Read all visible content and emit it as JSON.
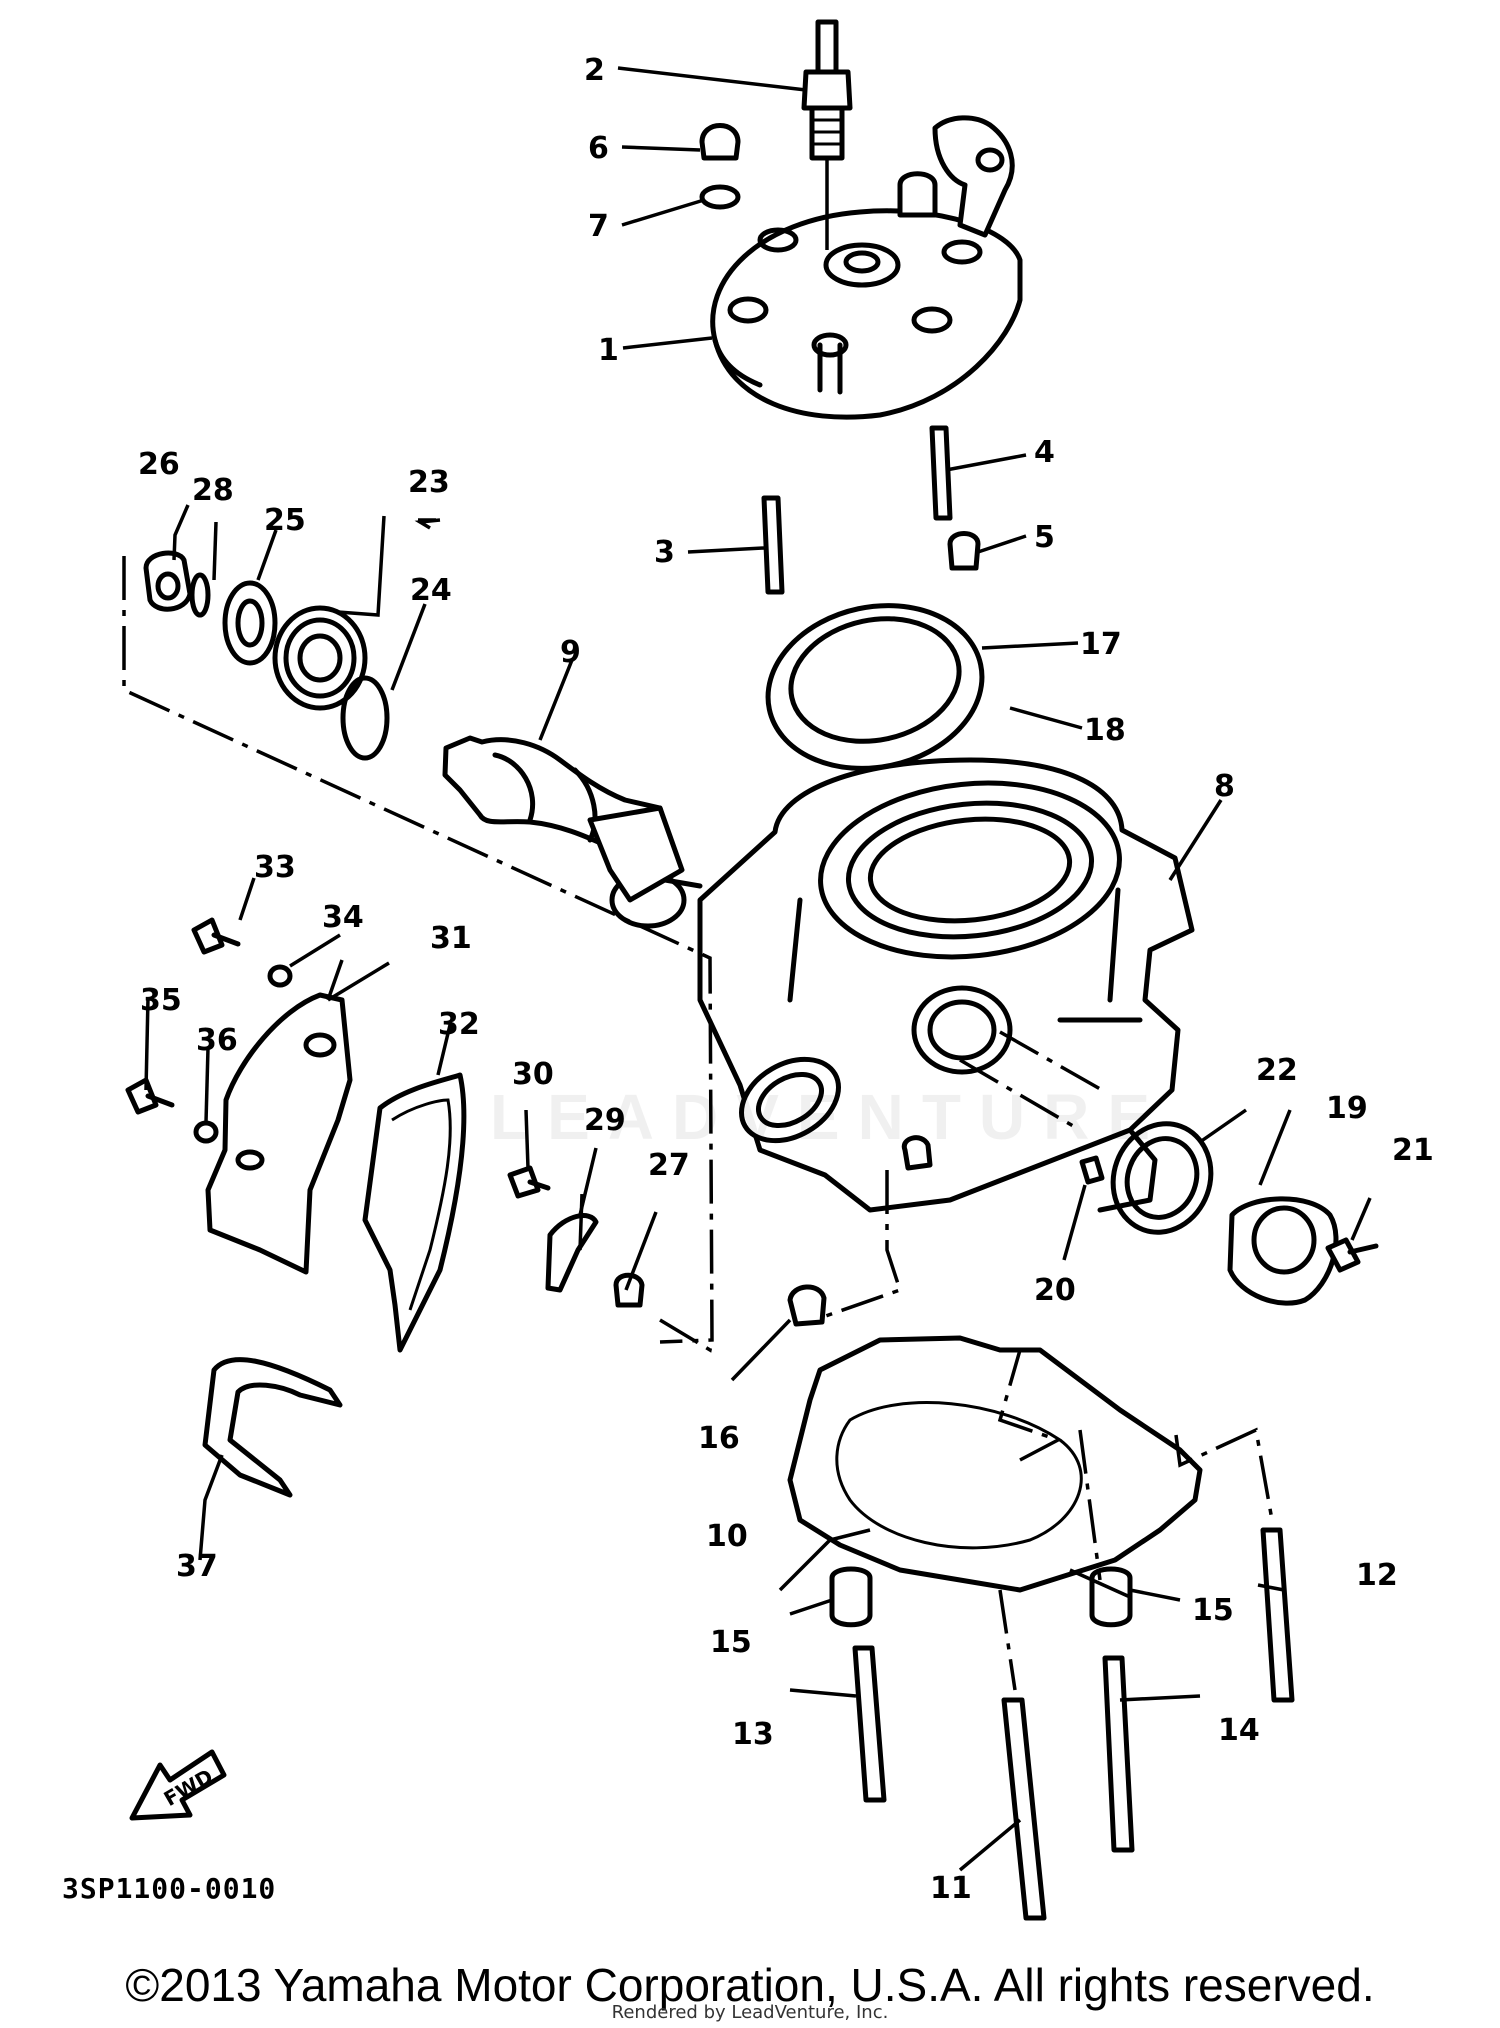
{
  "diagram": {
    "code": "3SP1100-0010",
    "fwd_label": "FWD",
    "watermark": "LEADVENTURE",
    "callouts": [
      "1",
      "2",
      "3",
      "4",
      "5",
      "6",
      "7",
      "8",
      "9",
      "10",
      "11",
      "12",
      "13",
      "14",
      "15",
      "15",
      "16",
      "17",
      "18",
      "19",
      "20",
      "21",
      "22",
      "23",
      "24",
      "25",
      "26",
      "27",
      "28",
      "29",
      "30",
      "31",
      "32",
      "33",
      "34",
      "35",
      "36",
      "37"
    ]
  },
  "footer": {
    "copyright": "©2013 Yamaha Motor Corporation, U.S.A. All rights reserved.",
    "rendered_by": "Rendered by LeadVenture, Inc."
  }
}
